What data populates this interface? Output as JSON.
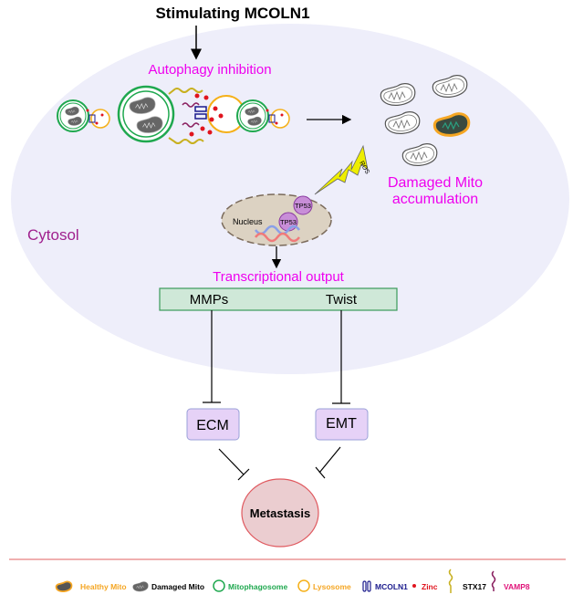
{
  "title": "Stimulating MCOLN1",
  "autophagy_label": "Autophagy inhibition",
  "cytosol_label": "Cytosol",
  "damaged_label": [
    "Damaged Mito",
    "accumulation"
  ],
  "ros_label": "ROS",
  "nucleus": {
    "label": "Nucleus",
    "protein_1": "TP53",
    "protein_2": "TP53"
  },
  "transcription_label": "Transcriptional output",
  "targets": {
    "left": "MMPs",
    "right": "Twist"
  },
  "processes": {
    "left": "ECM",
    "right": "EMT"
  },
  "outcome": "Metastasis",
  "legend": [
    {
      "label": "Healthy Mito",
      "color": "#f5a623"
    },
    {
      "label": "Damaged Mito",
      "color": "#000000"
    },
    {
      "label": "Mitophagosome",
      "color": "#1fa84f"
    },
    {
      "label": "Lysosome",
      "color": "#f5a623"
    },
    {
      "label": "MCOLN1",
      "color": "#1a1a8c"
    },
    {
      "label": "Zinc",
      "color": "#e0141e"
    },
    {
      "label": "STX17",
      "color": "#000000"
    },
    {
      "label": "VAMP8",
      "color": "#e0157a"
    }
  ],
  "colors": {
    "magenta": "#ee00ee",
    "cytosol": "#eeeefa",
    "cytosol_text": "#a0208e",
    "box_green": "#cfe8d8",
    "box_purple": "#e6d2f7",
    "metastasis": "#ebcdd0",
    "divider": "#e88080"
  }
}
